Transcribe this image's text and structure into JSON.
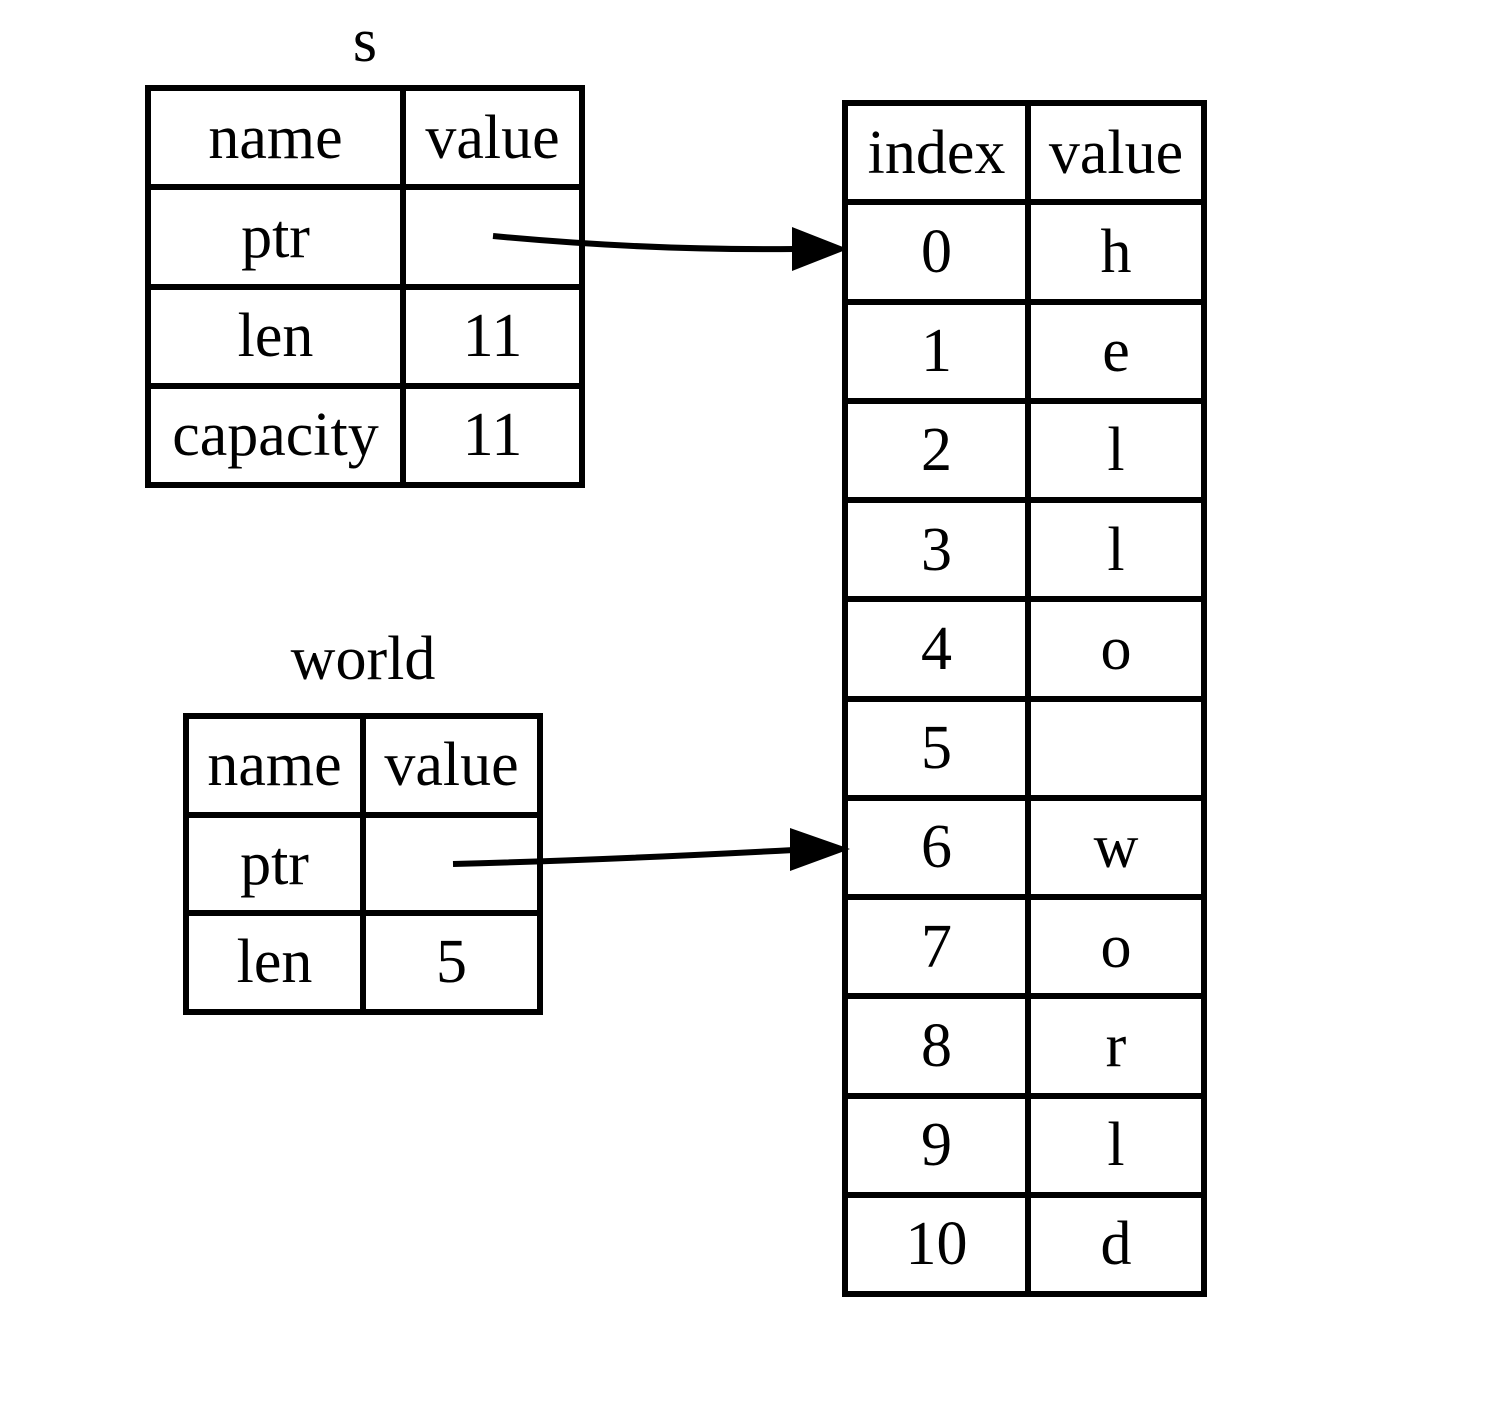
{
  "diagram": {
    "s_table": {
      "title": "s",
      "headers": {
        "name": "name",
        "value": "value"
      },
      "rows": [
        {
          "name": "ptr",
          "value": ""
        },
        {
          "name": "len",
          "value": "11"
        },
        {
          "name": "capacity",
          "value": "11"
        }
      ]
    },
    "world_table": {
      "title": "world",
      "headers": {
        "name": "name",
        "value": "value"
      },
      "rows": [
        {
          "name": "ptr",
          "value": ""
        },
        {
          "name": "len",
          "value": "5"
        }
      ]
    },
    "memory_table": {
      "headers": {
        "index": "index",
        "value": "value"
      },
      "rows": [
        {
          "index": "0",
          "value": "h"
        },
        {
          "index": "1",
          "value": "e"
        },
        {
          "index": "2",
          "value": "l"
        },
        {
          "index": "3",
          "value": "l"
        },
        {
          "index": "4",
          "value": "o"
        },
        {
          "index": "5",
          "value": ""
        },
        {
          "index": "6",
          "value": "w"
        },
        {
          "index": "7",
          "value": "o"
        },
        {
          "index": "8",
          "value": "r"
        },
        {
          "index": "9",
          "value": "l"
        },
        {
          "index": "10",
          "value": "d"
        }
      ]
    },
    "arrows": [
      {
        "from": "s.ptr",
        "to": "memory index 0"
      },
      {
        "from": "world.ptr",
        "to": "memory index 6"
      }
    ],
    "colors": {
      "foreground": "#000000",
      "background": "#ffffff"
    }
  }
}
